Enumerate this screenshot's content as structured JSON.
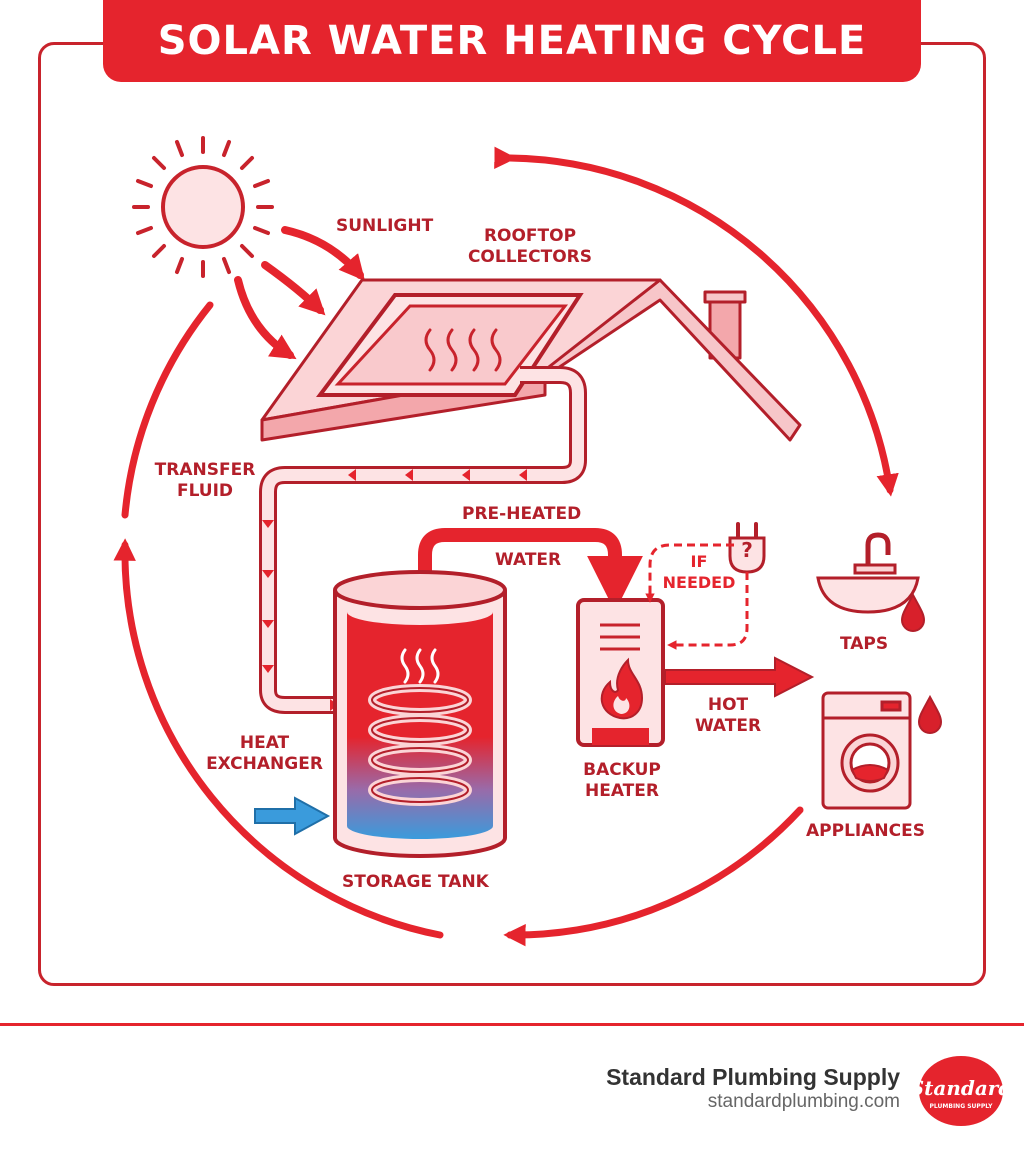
{
  "title": "SOLAR WATER HEATING CYCLE",
  "labels": {
    "sunlight": "SUNLIGHT",
    "rooftop_collectors": [
      "ROOFTOP",
      "COLLECTORS"
    ],
    "transfer_fluid": [
      "TRANSFER",
      "FLUID"
    ],
    "pre_heated": "PRE-HEATED",
    "water": "WATER",
    "if_needed": [
      "IF",
      "NEEDED"
    ],
    "question_mark": "?",
    "taps": "TAPS",
    "hot_water": [
      "HOT",
      "WATER"
    ],
    "heat_exchanger": [
      "HEAT",
      "EXCHANGER"
    ],
    "backup_heater": [
      "BACKUP",
      "HEATER"
    ],
    "appliances": "APPLIANCES",
    "storage_tank": "STORAGE TANK"
  },
  "footer": {
    "brand_name": "Standard Plumbing Supply",
    "brand_url": "standardplumbing.com",
    "logo_text": "Standard",
    "logo_subtext": "PLUMBING SUPPLY"
  },
  "colors": {
    "primary_red": "#e5242d",
    "dark_red": "#b31f2a",
    "light_pink": "#fde3e4",
    "cold_blue": "#3a9bdc"
  },
  "icons": [
    "sun-icon",
    "roof-icon",
    "solar-collector-icon",
    "storage-tank-icon",
    "heat-coil-icon",
    "backup-heater-icon",
    "flame-icon",
    "plug-icon",
    "sink-tap-icon",
    "water-drop-icon",
    "washing-machine-icon"
  ]
}
